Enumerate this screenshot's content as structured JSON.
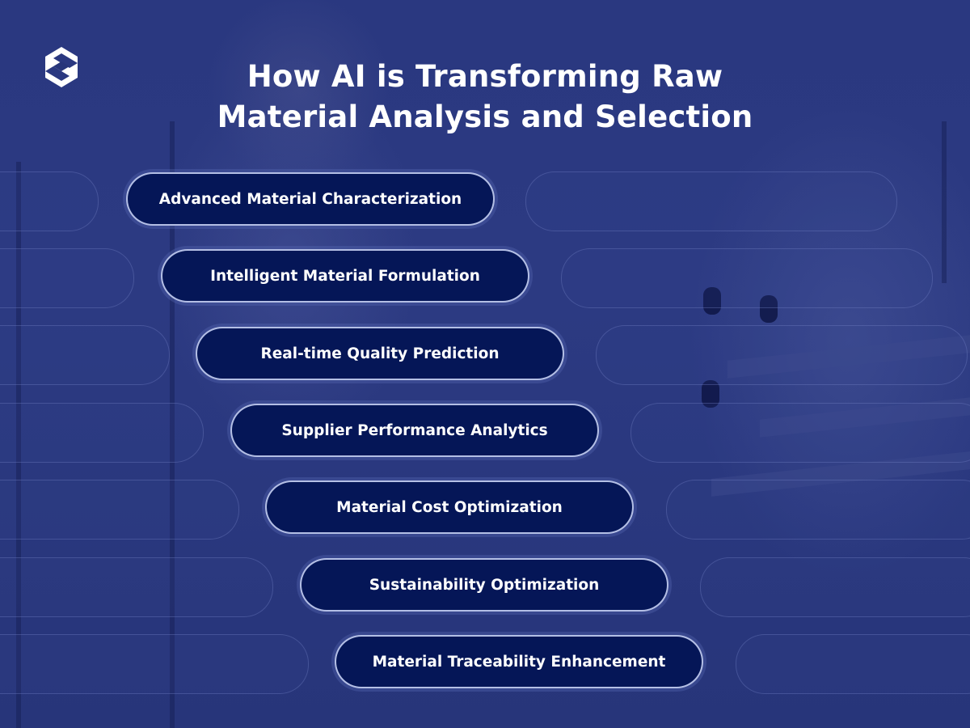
{
  "title": {
    "line1": "How AI is Transforming Raw",
    "line2": "Material Analysis and Selection"
  },
  "logo": {
    "icon": "s-logo-icon"
  },
  "items": [
    {
      "label": "Advanced Material Characterization"
    },
    {
      "label": "Intelligent Material Formulation"
    },
    {
      "label": "Real-time Quality Prediction"
    },
    {
      "label": "Supplier Performance Analytics"
    },
    {
      "label": "Material Cost Optimization"
    },
    {
      "label": "Sustainability Optimization"
    },
    {
      "label": "Material Traceability Enhancement"
    }
  ],
  "colors": {
    "background": "#27357a",
    "pill_fill": "#051657",
    "pill_border": "#c8d2f5",
    "text": "#ffffff"
  }
}
